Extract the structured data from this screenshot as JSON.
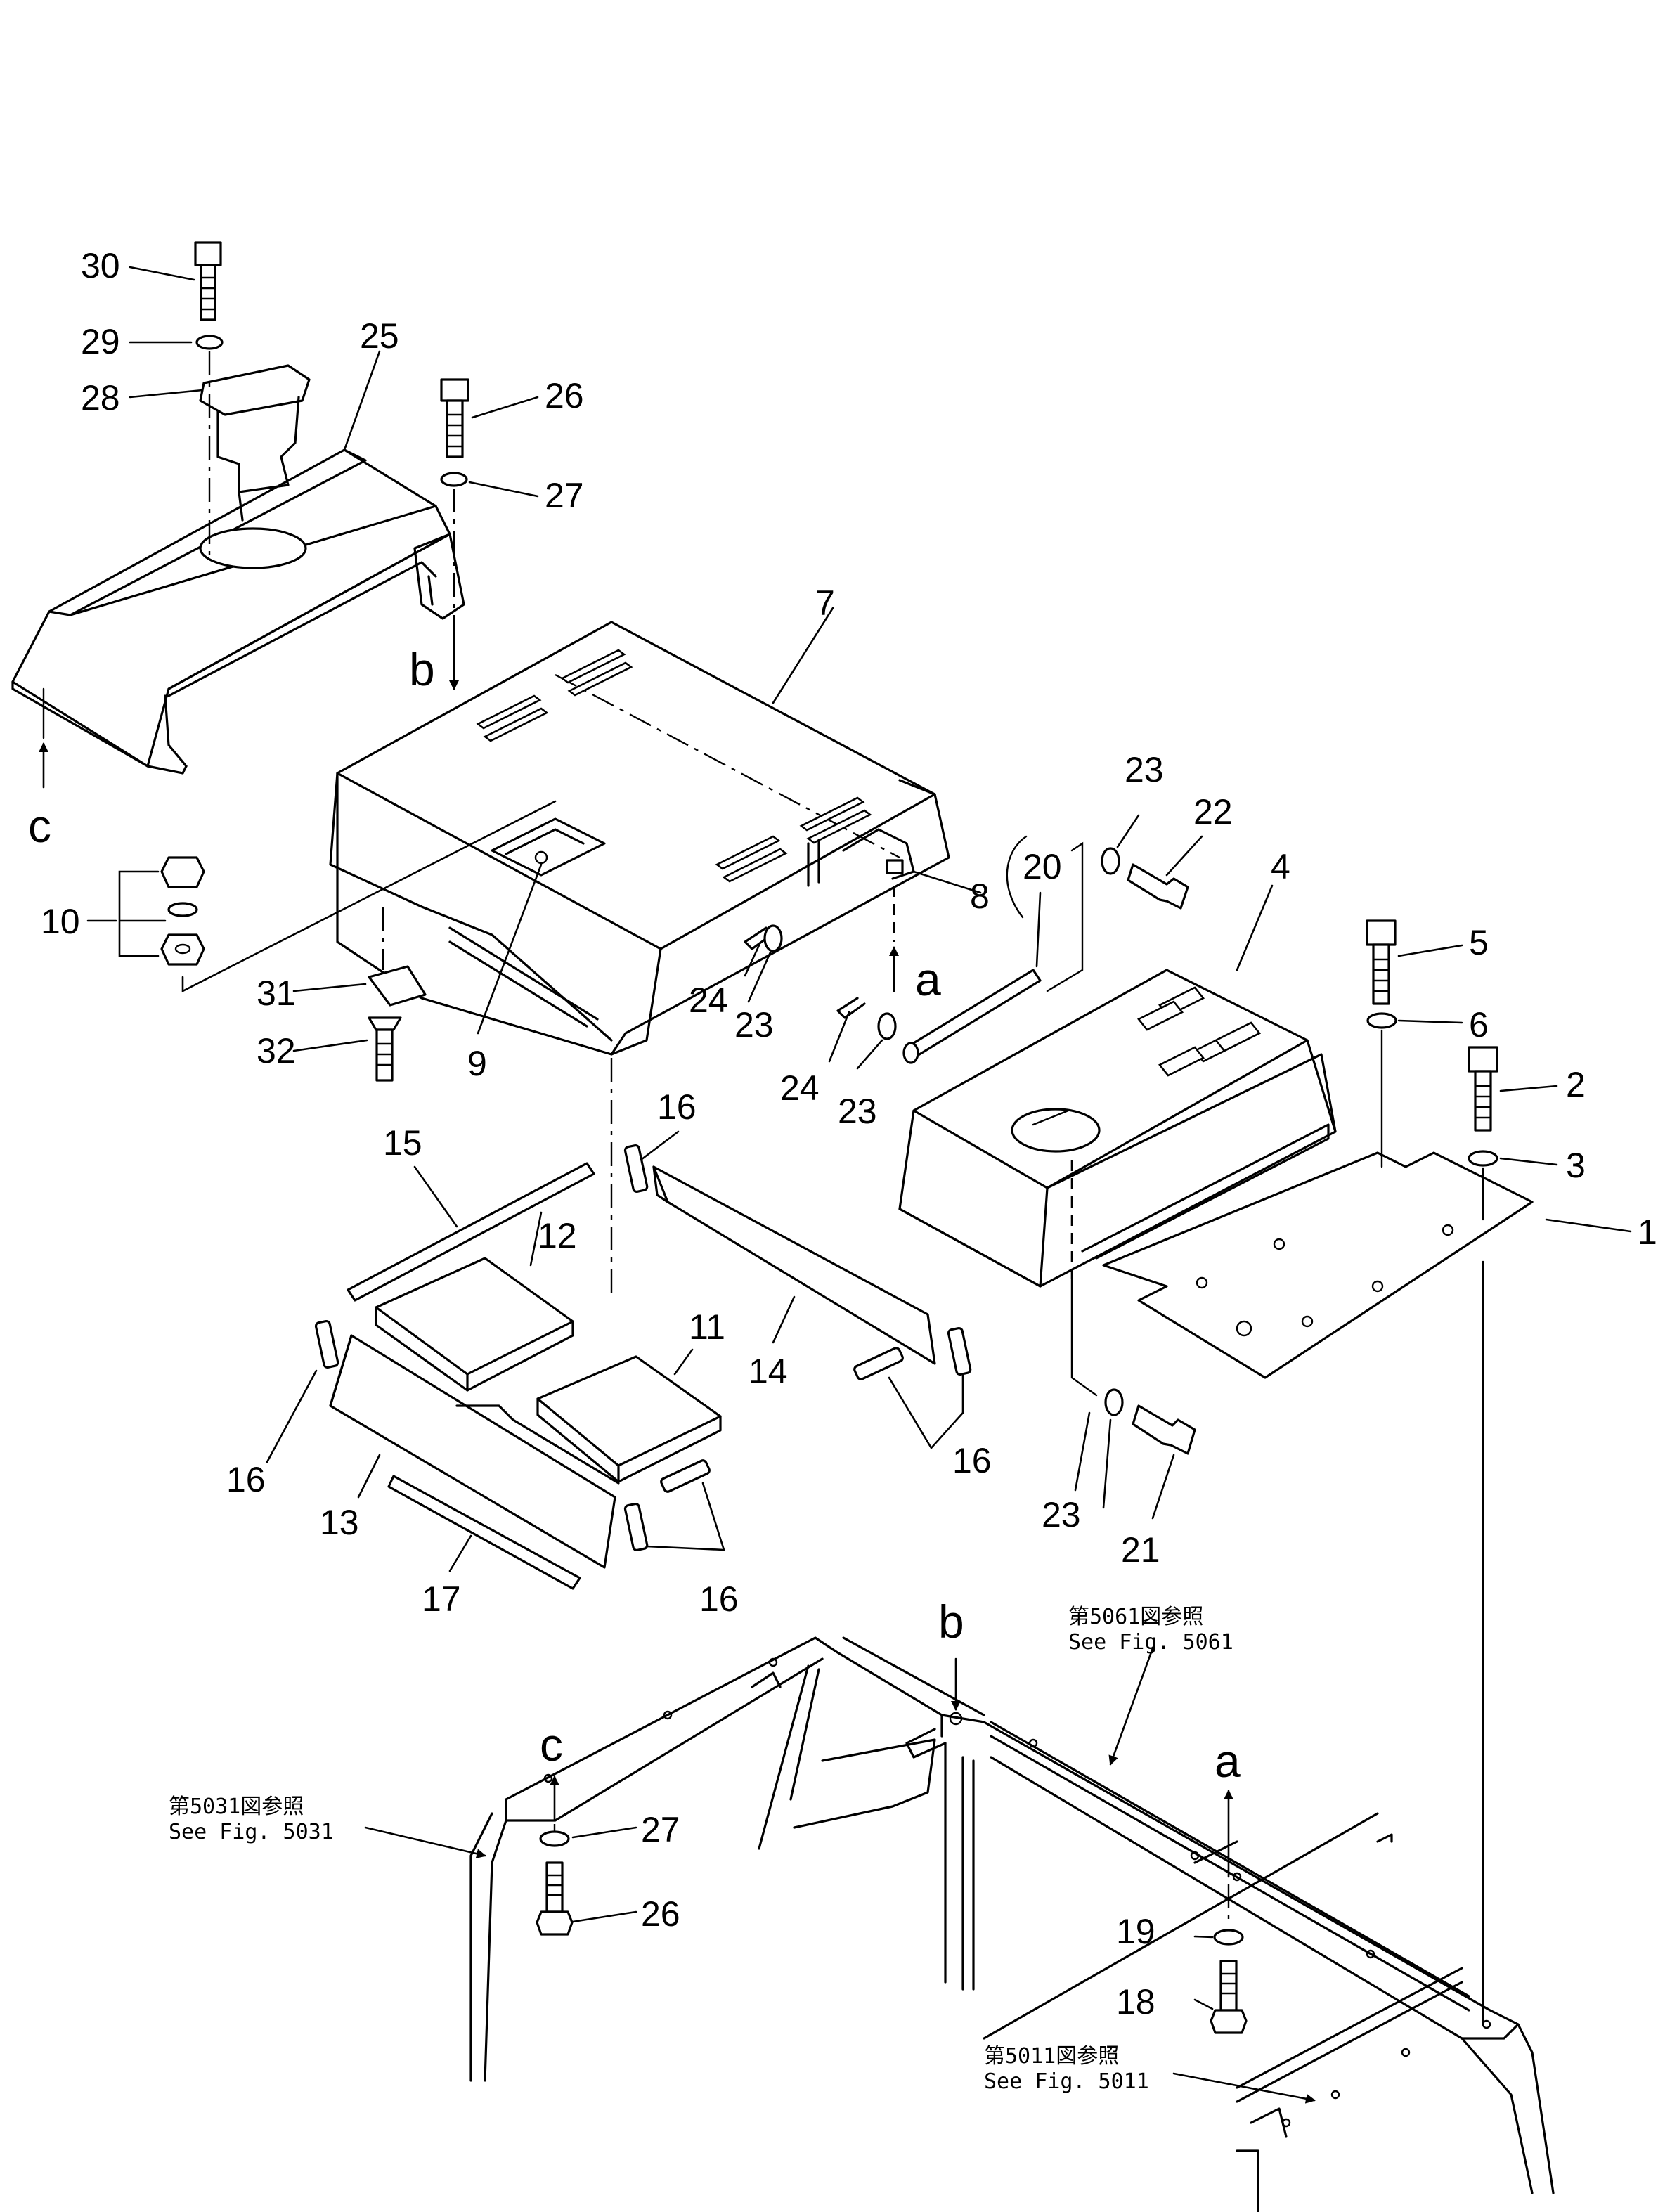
{
  "labels": {
    "p1": "1",
    "p2": "2",
    "p3": "3",
    "p4": "4",
    "p5": "5",
    "p6": "6",
    "p7": "7",
    "p8": "8",
    "p9": "9",
    "p10": "10",
    "p11": "11",
    "p12": "12",
    "p13": "13",
    "p14": "14",
    "p15": "15",
    "p16": "16",
    "p17": "17",
    "p18": "18",
    "p19": "19",
    "p20": "20",
    "p21": "21",
    "p22": "22",
    "p23": "23",
    "p24": "24",
    "p25": "25",
    "p26": "26",
    "p27": "27",
    "p28": "28",
    "p29": "29",
    "p30": "30",
    "p31": "31",
    "p32": "32"
  },
  "letters": {
    "a": "a",
    "b": "b",
    "c": "c"
  },
  "references": {
    "fig5061": {
      "jp": "第5061図参照",
      "en": "See  Fig.  5061"
    },
    "fig5031": {
      "jp": "第5031図参照",
      "en": "See  Fig.  5031"
    },
    "fig5011": {
      "jp": "第5011図参照",
      "en": "See  Fig.  5011"
    }
  }
}
